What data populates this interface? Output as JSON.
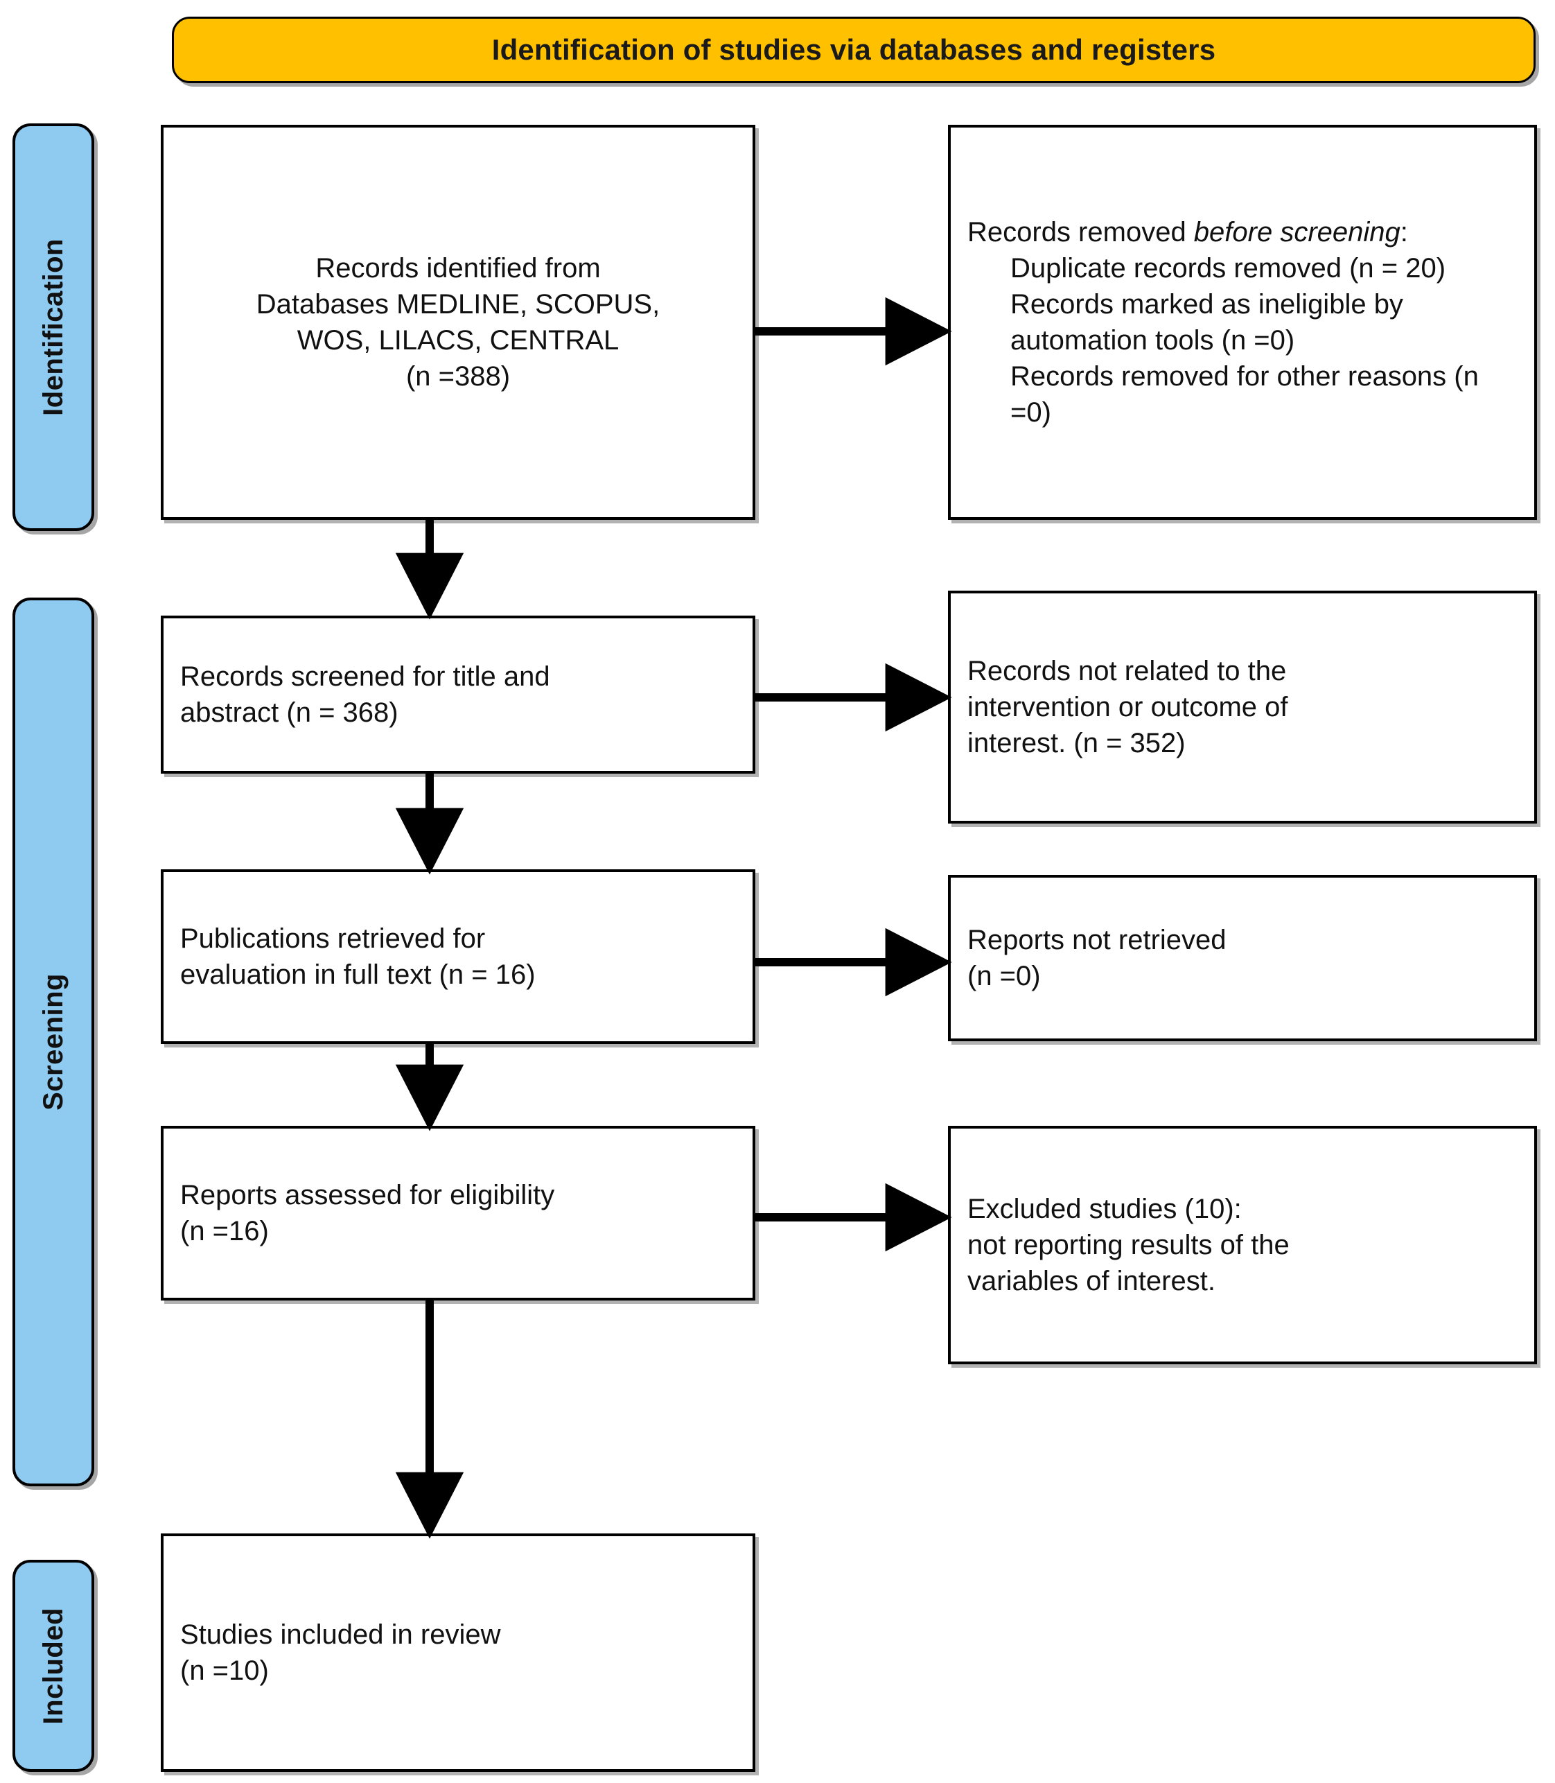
{
  "header": {
    "title": "Identification of studies via databases and registers",
    "color": "#FFC000"
  },
  "stages": [
    {
      "id": "identification",
      "label": "Identification",
      "color": "#8FCAF0"
    },
    {
      "id": "screening",
      "label": "Screening",
      "color": "#8FCAF0"
    },
    {
      "id": "included",
      "label": "Included",
      "color": "#8FCAF0"
    }
  ],
  "boxes": {
    "records_identified": {
      "line1": "Records identified from",
      "line2": "Databases MEDLINE, SCOPUS,",
      "line3": "WOS, LILACS, CENTRAL",
      "line4": "(n =388)",
      "count": 388
    },
    "records_removed": {
      "lead_plain": "Records removed ",
      "lead_italic": "before screening",
      "lead_colon": ":",
      "item1": "Duplicate records removed (n = 20)",
      "item2": "Records marked as ineligible by automation tools (n =0)",
      "item3": "Records removed for other reasons (n =0)",
      "duplicates": 20,
      "ineligible_automation": 0,
      "other_reasons": 0
    },
    "records_screened": {
      "line1": "Records screened for title and",
      "line2": "abstract (n = 368)",
      "count": 368
    },
    "records_excluded": {
      "line1": "Records not related to the",
      "line2": "intervention or outcome of",
      "line3": "interest. (n = 352)",
      "count": 352
    },
    "publications_retrieved": {
      "line1": "Publications retrieved for",
      "line2": "evaluation in full text (n = 16)",
      "count": 16
    },
    "reports_not_retrieved": {
      "line1": "Reports not retrieved",
      "line2": "(n =0)",
      "count": 0
    },
    "reports_assessed": {
      "line1": "Reports assessed for eligibility",
      "line2": "(n =16)",
      "count": 16
    },
    "reports_excluded": {
      "line1": "Excluded studies (10):",
      "line2": "not reporting results of the",
      "line3": "variables of interest.",
      "count": 10
    },
    "studies_included": {
      "line1": "Studies included in review",
      "line2": "(n =10)",
      "count": 10
    }
  },
  "chart_data": {
    "type": "diagram",
    "title": "PRISMA 2020 flow diagram",
    "nodes": [
      {
        "id": "records_identified",
        "stage": "Identification",
        "label": "Records identified from Databases MEDLINE, SCOPUS, WOS, LILACS, CENTRAL",
        "n": 388
      },
      {
        "id": "records_removed",
        "stage": "Identification",
        "label": "Records removed before screening: Duplicate records removed (n = 20); Records marked as ineligible by automation tools (n =0); Records removed for other reasons (n =0)",
        "n": 20
      },
      {
        "id": "records_screened",
        "stage": "Screening",
        "label": "Records screened for title and abstract",
        "n": 368
      },
      {
        "id": "records_excluded",
        "stage": "Screening",
        "label": "Records not related to the intervention or outcome of interest.",
        "n": 352
      },
      {
        "id": "publications_retrieved",
        "stage": "Screening",
        "label": "Publications retrieved for evaluation in full text",
        "n": 16
      },
      {
        "id": "reports_not_retrieved",
        "stage": "Screening",
        "label": "Reports not retrieved",
        "n": 0
      },
      {
        "id": "reports_assessed",
        "stage": "Screening",
        "label": "Reports assessed for eligibility",
        "n": 16
      },
      {
        "id": "reports_excluded",
        "stage": "Screening",
        "label": "Excluded studies: not reporting results of the variables of interest.",
        "n": 10
      },
      {
        "id": "studies_included",
        "stage": "Included",
        "label": "Studies included in review",
        "n": 10
      }
    ],
    "edges": [
      {
        "from": "records_identified",
        "to": "records_removed",
        "direction": "right"
      },
      {
        "from": "records_identified",
        "to": "records_screened",
        "direction": "down"
      },
      {
        "from": "records_screened",
        "to": "records_excluded",
        "direction": "right"
      },
      {
        "from": "records_screened",
        "to": "publications_retrieved",
        "direction": "down"
      },
      {
        "from": "publications_retrieved",
        "to": "reports_not_retrieved",
        "direction": "right"
      },
      {
        "from": "publications_retrieved",
        "to": "reports_assessed",
        "direction": "down"
      },
      {
        "from": "reports_assessed",
        "to": "reports_excluded",
        "direction": "right"
      },
      {
        "from": "reports_assessed",
        "to": "studies_included",
        "direction": "down"
      }
    ]
  }
}
